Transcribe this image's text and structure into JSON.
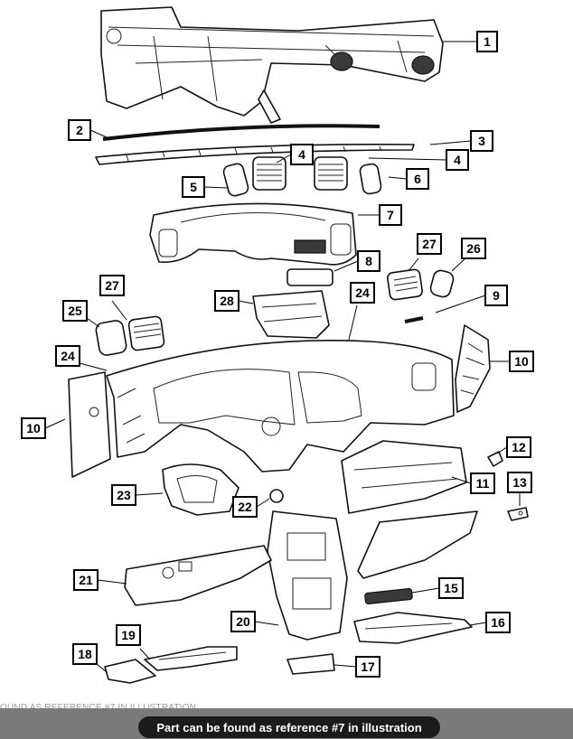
{
  "callouts": [
    {
      "id": "c1",
      "label": "1"
    },
    {
      "id": "c2",
      "label": "2"
    },
    {
      "id": "c3",
      "label": "3"
    },
    {
      "id": "c4a",
      "label": "4"
    },
    {
      "id": "c4b",
      "label": "4"
    },
    {
      "id": "c5",
      "label": "5"
    },
    {
      "id": "c6",
      "label": "6"
    },
    {
      "id": "c7",
      "label": "7"
    },
    {
      "id": "c8",
      "label": "8"
    },
    {
      "id": "c9",
      "label": "9"
    },
    {
      "id": "c10a",
      "label": "10"
    },
    {
      "id": "c10b",
      "label": "10"
    },
    {
      "id": "c11",
      "label": "11"
    },
    {
      "id": "c12",
      "label": "12"
    },
    {
      "id": "c13",
      "label": "13"
    },
    {
      "id": "c15",
      "label": "15"
    },
    {
      "id": "c16",
      "label": "16"
    },
    {
      "id": "c17",
      "label": "17"
    },
    {
      "id": "c18",
      "label": "18"
    },
    {
      "id": "c19",
      "label": "19"
    },
    {
      "id": "c20",
      "label": "20"
    },
    {
      "id": "c21",
      "label": "21"
    },
    {
      "id": "c22",
      "label": "22"
    },
    {
      "id": "c23",
      "label": "23"
    },
    {
      "id": "c24a",
      "label": "24"
    },
    {
      "id": "c24b",
      "label": "24"
    },
    {
      "id": "c25",
      "label": "25"
    },
    {
      "id": "c26",
      "label": "26"
    },
    {
      "id": "c27a",
      "label": "27"
    },
    {
      "id": "c27b",
      "label": "27"
    },
    {
      "id": "c28",
      "label": "28"
    }
  ],
  "ghost_text": "OUND AS REFERENCE #7 IN ILLUSTRATION",
  "footer": {
    "text": "Part can be found as reference #7 in illustration"
  }
}
